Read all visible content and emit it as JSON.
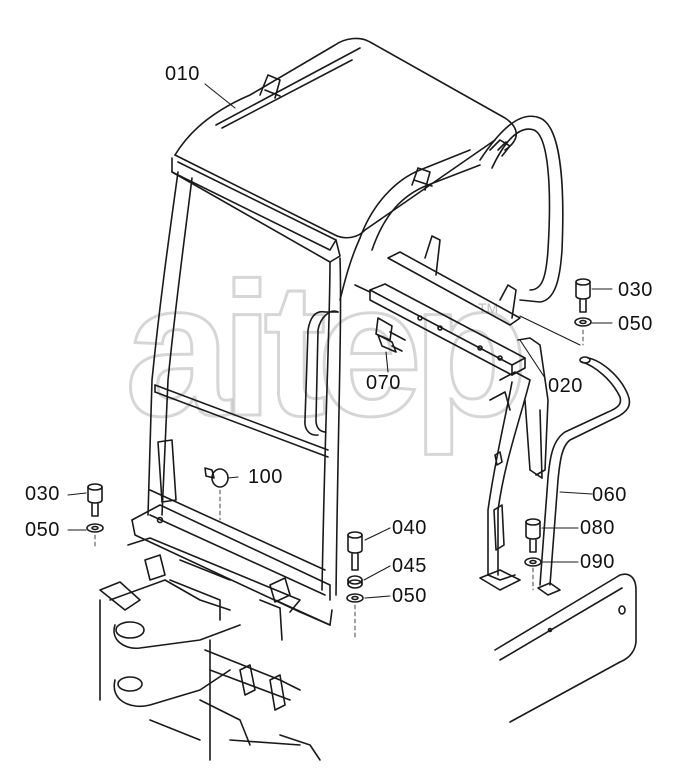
{
  "watermark": {
    "text": "aitep",
    "tm": "TM"
  },
  "callouts": [
    {
      "id": "010",
      "label": "010"
    },
    {
      "id": "030a",
      "label": "030"
    },
    {
      "id": "050a",
      "label": "050"
    },
    {
      "id": "070",
      "label": "070"
    },
    {
      "id": "020",
      "label": "020"
    },
    {
      "id": "100",
      "label": "100"
    },
    {
      "id": "030b",
      "label": "030"
    },
    {
      "id": "050b",
      "label": "050"
    },
    {
      "id": "040",
      "label": "040"
    },
    {
      "id": "045",
      "label": "045"
    },
    {
      "id": "050c",
      "label": "050"
    },
    {
      "id": "060",
      "label": "060"
    },
    {
      "id": "080",
      "label": "080"
    },
    {
      "id": "090",
      "label": "090"
    }
  ],
  "colors": {
    "line": "#1a1a1a",
    "watermark": "#b4b4b4"
  }
}
